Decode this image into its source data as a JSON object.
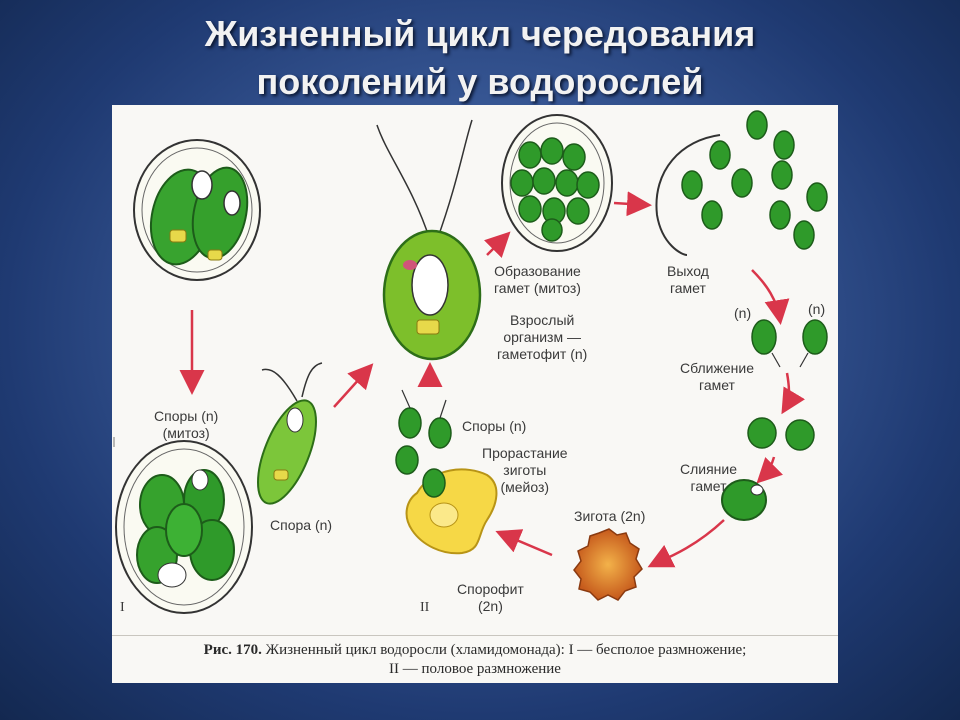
{
  "title": {
    "line1": "Жизненный цикл чередования",
    "line2": "поколений у водорослей"
  },
  "labels": {
    "gamete_formation": [
      "Образование",
      "гамет (митоз)"
    ],
    "gamete_release": [
      "Выход",
      "гамет"
    ],
    "adult": [
      "Взрослый",
      "организм —",
      "гаметофит (n)"
    ],
    "gamete_approach": [
      "Сближение",
      "гамет"
    ],
    "gamete_fusion": [
      "Слияние",
      "гамет"
    ],
    "zygote": "Зигота (2n)",
    "spores_mitosis": [
      "Споры (n)",
      "(митоз)"
    ],
    "spore": "Спора (n)",
    "spores": "Споры (n)",
    "zygote_germination": [
      "Прорастание",
      "зиготы",
      "(мейоз)"
    ],
    "sporophyte": [
      "Спорофит",
      "(2n)"
    ],
    "n_left": "(n)",
    "n_right": "(n)",
    "roman_1": "I",
    "roman_2": "II"
  },
  "caption": {
    "figure": "Рис. 170.",
    "line1_rest": "Жизненный цикл водоросли (хламидомонада): I — бесполое размножение;",
    "line2": "II — половое размножение"
  },
  "colors": {
    "cell_green": "#2f9a2a",
    "cell_dark": "#1e6b1c",
    "arrow_red": "#d9364a",
    "yellow": "#f2d13a",
    "zygote_orange": "#d9822b"
  }
}
